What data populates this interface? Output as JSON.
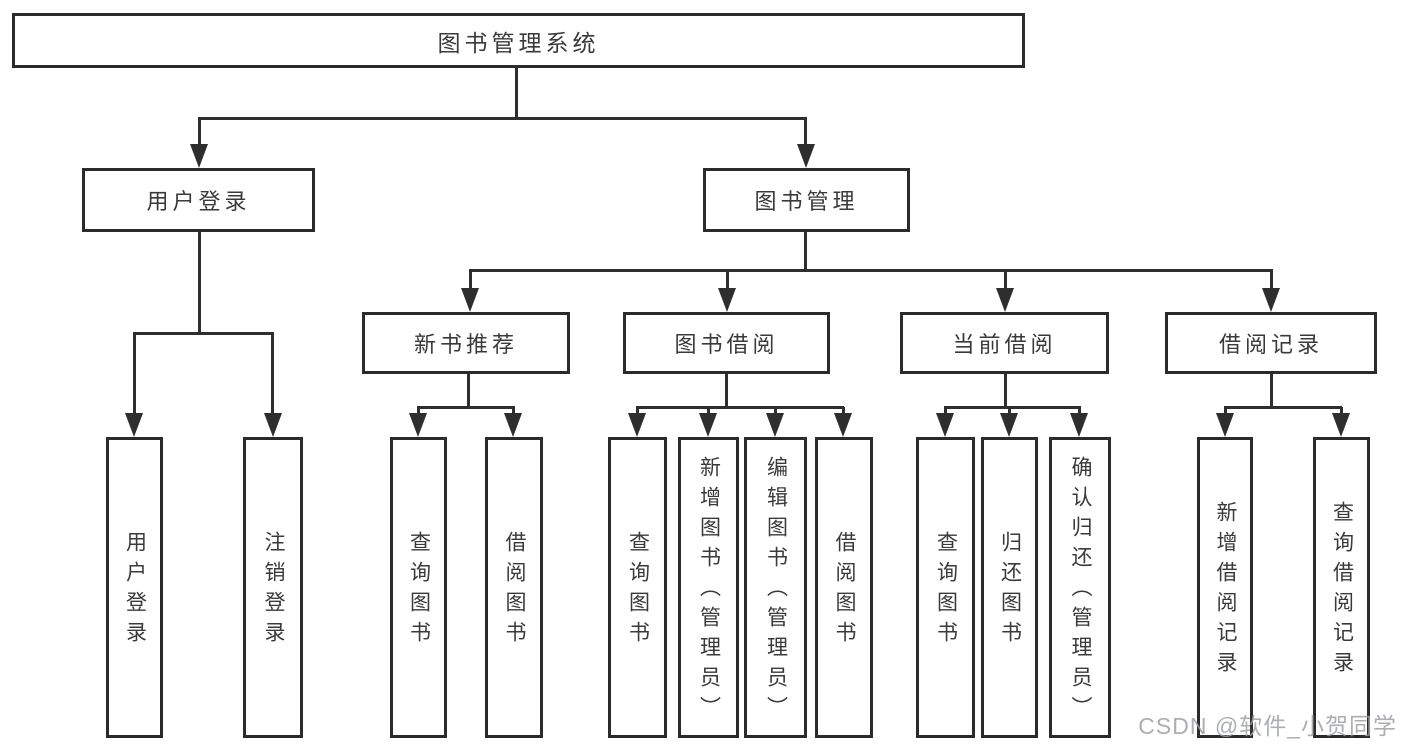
{
  "diagram": {
    "root": "图书管理系统",
    "level2": [
      {
        "label": "用户登录",
        "children": [
          "用户登录",
          "注销登录"
        ]
      },
      {
        "label": "图书管理",
        "children": []
      }
    ],
    "level3": [
      {
        "label": "新书推荐",
        "children": [
          "查询图书",
          "借阅图书"
        ]
      },
      {
        "label": "图书借阅",
        "children": [
          "查询图书",
          "新增图书（管理员）",
          "编辑图书（管理员）",
          "借阅图书"
        ]
      },
      {
        "label": "当前借阅",
        "children": [
          "查询图书",
          "归还图书",
          "确认归还（管理员）"
        ]
      },
      {
        "label": "借阅记录",
        "children": [
          "新增借阅记录",
          "查询借阅记录"
        ]
      }
    ]
  },
  "watermark": "CSDN @软件_小贺同学",
  "colors": {
    "line": "#2e2e2e",
    "box_border": "#2b2b2b",
    "text": "#3a3a3a",
    "watermark": "#9ea0a6",
    "background": "#ffffff"
  }
}
